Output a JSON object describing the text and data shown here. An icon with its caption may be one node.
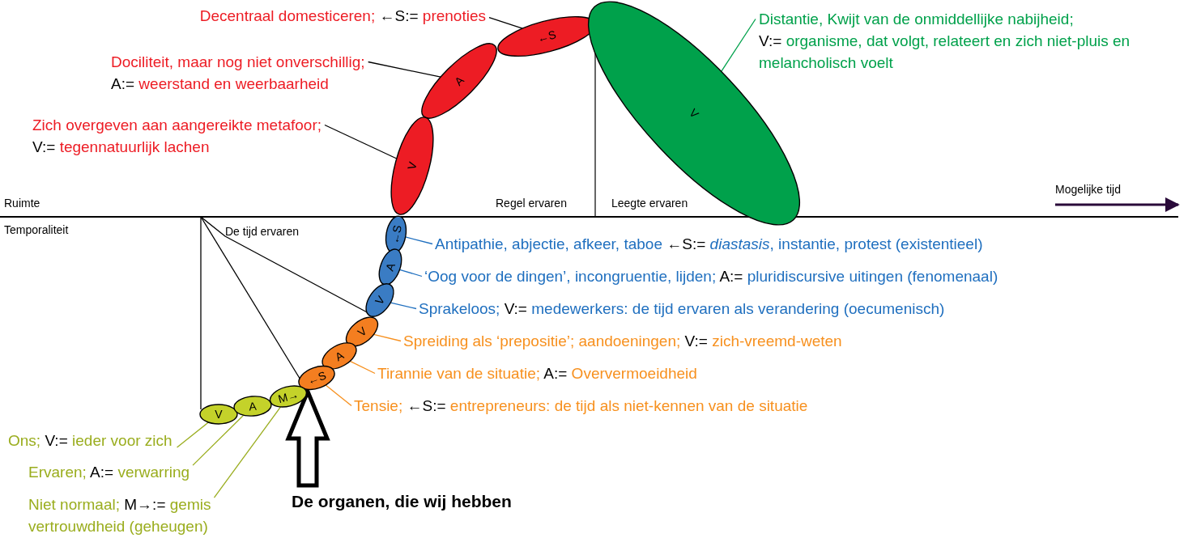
{
  "diagram": {
    "nodes": [
      {
        "text": [
          "Decentraal domesticeren;",
          "←S:=",
          "prenoties"
        ]
      },
      {
        "text": [
          "←S"
        ]
      },
      {
        "text": [
          "V"
        ]
      },
      {
        "text": [
          "Distantie, Kwijt van de onmiddellijke nabijheid;",
          "V:=",
          "organisme, dat volgt, relateert en zich niet-pluis en melancholisch voelt"
        ]
      },
      {
        "text": [
          "Dociliteit, maar nog niet onverschillig;",
          "A:=",
          "weerstand en weerbaarheid"
        ]
      },
      {
        "text": [
          "A"
        ]
      },
      {
        "text": [
          "Zich overgeven aan aangereikte metafoor;",
          "V:=",
          "tegennatuurlijk lachen"
        ]
      },
      {
        "text": [
          "V"
        ]
      },
      {
        "text": [
          "←S"
        ]
      },
      {
        "text": [
          "Antipathie, abjectie, afkeer, taboe",
          "←S:=",
          "*diastasis*, instantie, protest (existentieel)"
        ]
      },
      {
        "text": [
          "A"
        ]
      },
      {
        "text": [
          "‘Oog voor de dingen’, incongruentie, lijden;",
          "A:=",
          "pluridiscursive uitingen (fenomenaal)"
        ]
      },
      {
        "text": [
          "V"
        ]
      },
      {
        "text": [
          "Sprakeloos;",
          "V:=",
          "medewerkers: de tijd ervaren als verandering (oecumenisch)"
        ]
      },
      {
        "text": [
          "V"
        ]
      },
      {
        "text": [
          "Spreiding als ‘prepositie’; aandoeningen;",
          "V:=",
          "zich-vreemd-weten"
        ]
      },
      {
        "text": [
          "A"
        ]
      },
      {
        "text": [
          "Tirannie van de situatie;",
          "A:=",
          "Oververmoeidheid"
        ]
      },
      {
        "text": [
          "←S"
        ]
      },
      {
        "text": [
          "Tensie;",
          "←S:=",
          "entrepreneurs: de tijd als niet-kennen van de situatie"
        ]
      },
      {
        "text": [
          "V"
        ]
      },
      {
        "text": [
          "A"
        ]
      },
      {
        "text": [
          "M→"
        ]
      },
      {
        "text": [
          "Ons;",
          "V:=",
          "ieder voor zich"
        ]
      },
      {
        "text": [
          "Ervaren;",
          "A:=",
          "verwarring"
        ]
      },
      {
        "text": [
          "Niet normaal;",
          "M→:=",
          "gemis vertrouwdheid (geheugen)"
        ]
      },
      {
        "text": [
          "De organen, die wij hebben"
        ]
      }
    ],
    "edges": [
      {
        "from": 0,
        "to": 1,
        "arrow": "none"
      },
      {
        "from": 3,
        "to": 2,
        "arrow": "none",
        "color": "#00a14b"
      },
      {
        "from": 4,
        "to": 5,
        "arrow": "none"
      },
      {
        "from": 6,
        "to": 7,
        "arrow": "none"
      },
      {
        "from": 9,
        "to": 8,
        "arrow": "none",
        "color": "#1f6fbf"
      },
      {
        "from": 11,
        "to": 10,
        "arrow": "none",
        "color": "#1f6fbf"
      },
      {
        "from": 13,
        "to": 12,
        "arrow": "none",
        "color": "#1f6fbf"
      },
      {
        "from": 15,
        "to": 14,
        "arrow": "none",
        "color": "#f7901e"
      },
      {
        "from": 17,
        "to": 16,
        "arrow": "none",
        "color": "#f7901e"
      },
      {
        "from": 19,
        "to": 18,
        "arrow": "none",
        "color": "#f7901e"
      },
      {
        "from": 23,
        "to": 20,
        "arrow": "none",
        "color": "#9aad1e"
      },
      {
        "from": 24,
        "to": 21,
        "arrow": "none",
        "color": "#9aad1e"
      },
      {
        "from": 25,
        "to": 22,
        "arrow": "none",
        "color": "#9aad1e"
      },
      {
        "from": 26,
        "to": null,
        "arrow": "to",
        "style": "thick"
      }
    ],
    "labels": [
      "Ruimte",
      "Regel ervaren",
      "Leegte ervaren",
      "Mogelijke tijd",
      "Temporaliteit",
      "De tijd ervaren"
    ]
  }
}
